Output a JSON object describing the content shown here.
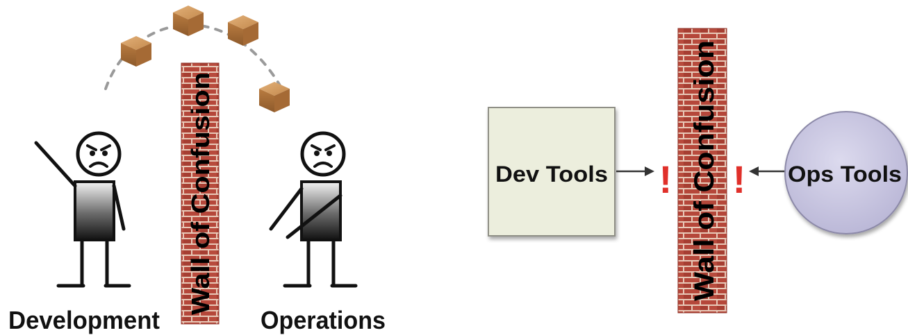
{
  "left_panel": {
    "development_label": "Development",
    "operations_label": "Operations",
    "wall_label": "Wall of Confusion",
    "boxes_count": 4
  },
  "right_panel": {
    "dev_tools_label": "Dev Tools",
    "ops_tools_label": "Ops Tools",
    "wall_label": "Wall of Confusion",
    "warning_mark": "!"
  },
  "colors": {
    "brick": "#b5473a",
    "mortar": "#e8c9b8",
    "box": "#c48a4e",
    "dev_tools_fill": "#eceedd",
    "ops_tools_fill": "#cfcde4",
    "warning": "#e0302a",
    "dash": "#9a9a9a"
  }
}
